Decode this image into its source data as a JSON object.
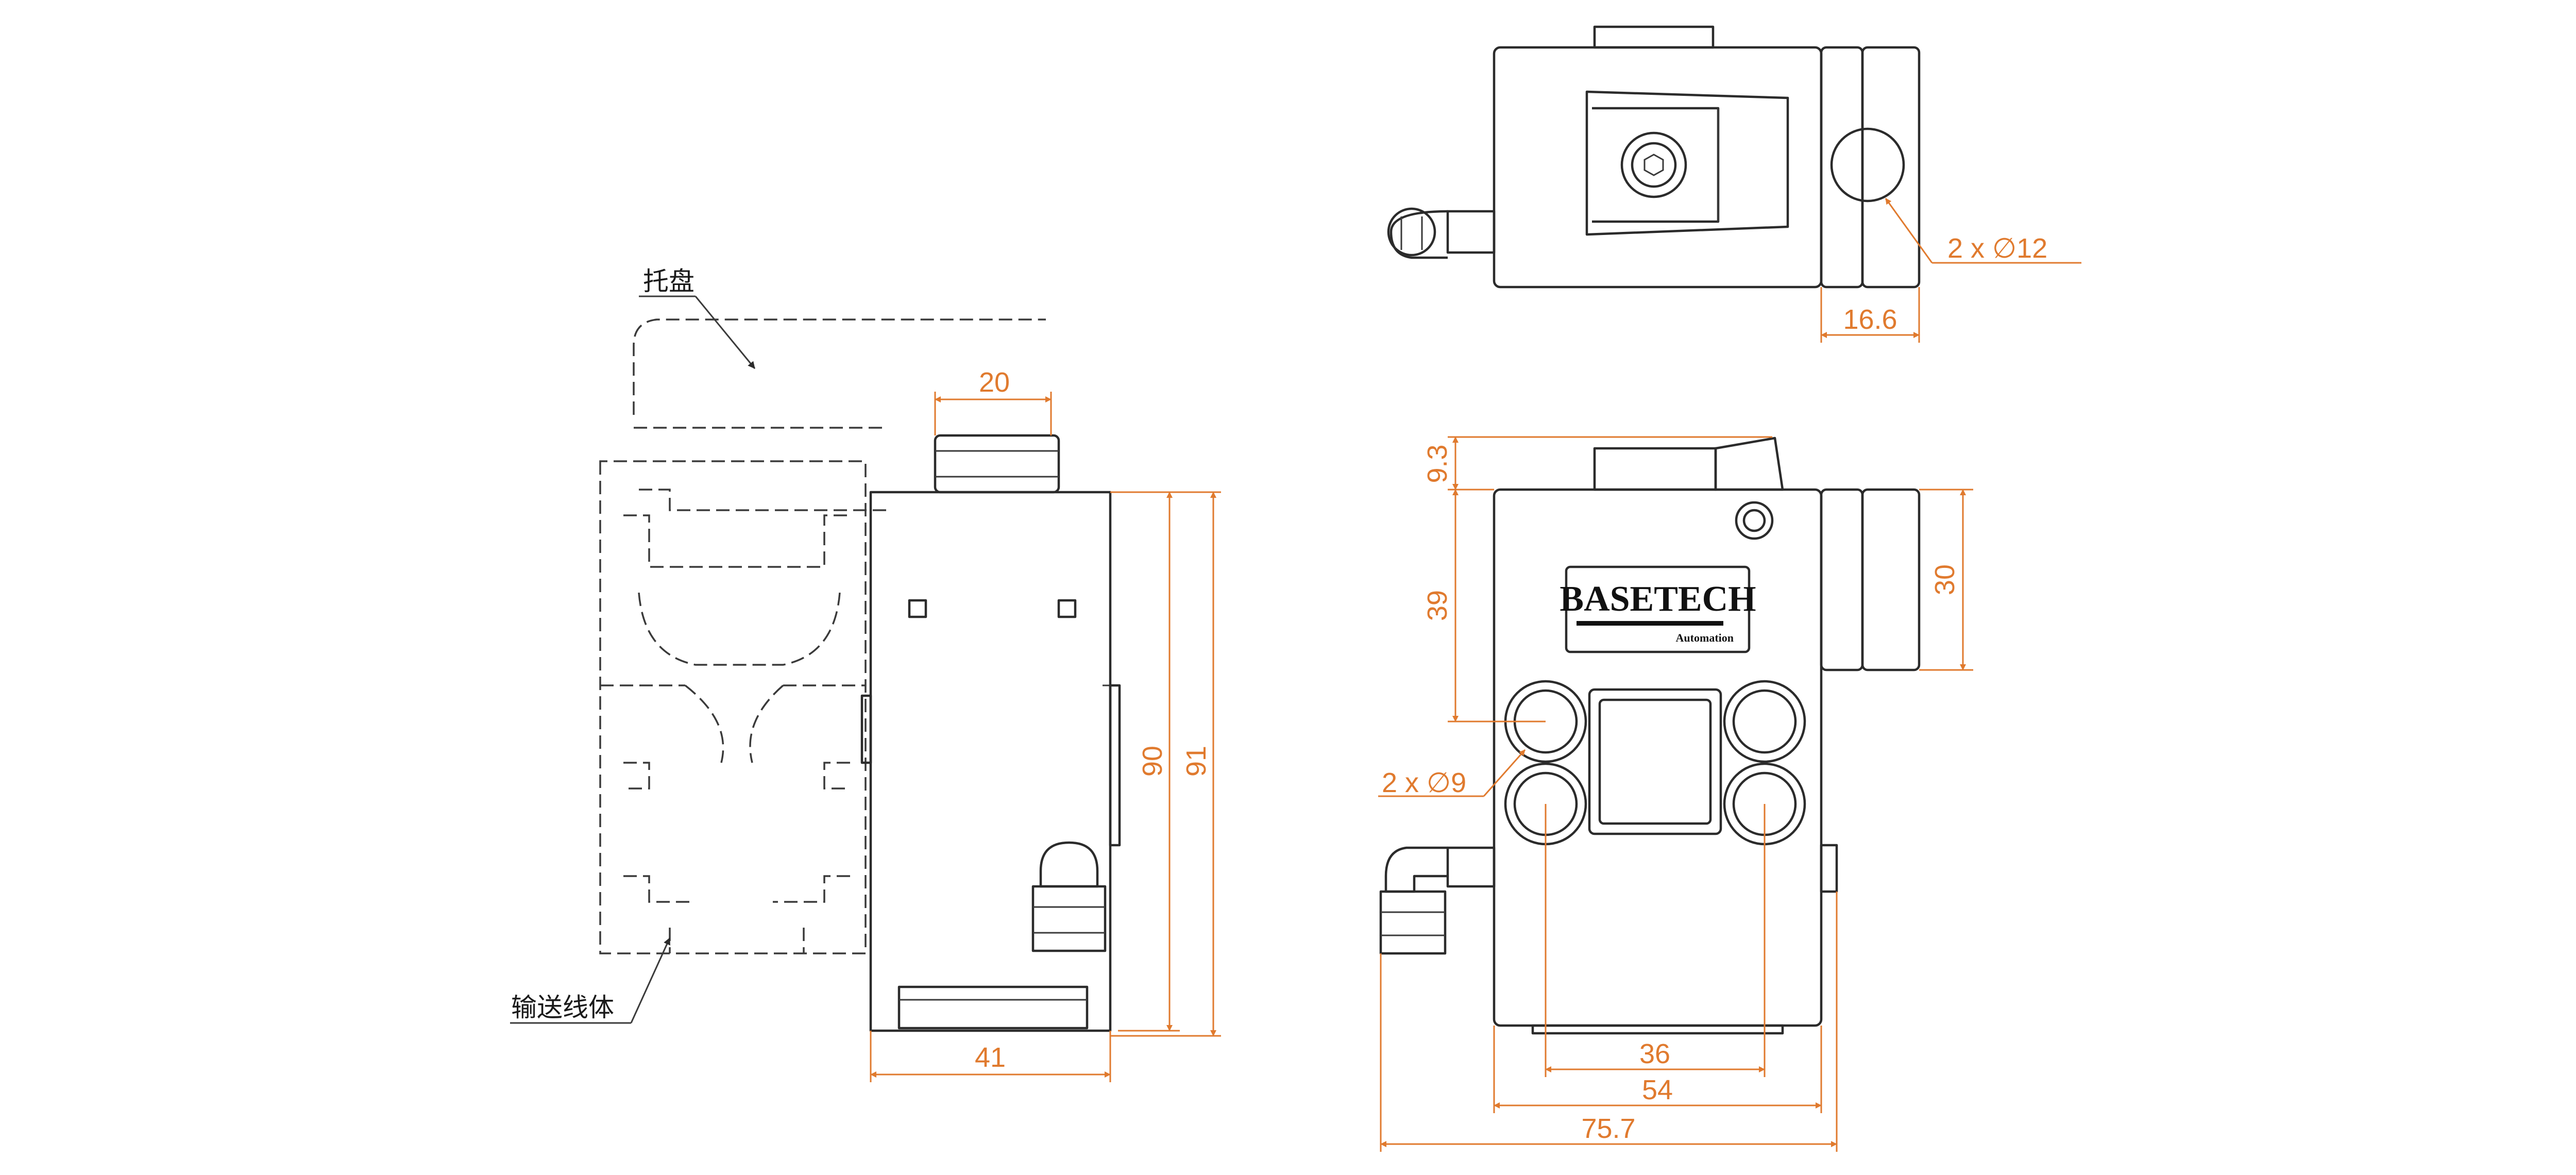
{
  "colors": {
    "dimension": "#e07a2e",
    "outline": "#2b2b2b"
  },
  "labels": {
    "tray": "托盘",
    "conveyor_body": "输送线体"
  },
  "logo": {
    "brand": "BASETECH",
    "sub": "Automation"
  },
  "dimensions": {
    "d20": "20",
    "d41": "41",
    "d90": "90",
    "d91": "91",
    "d16_6": "16.6",
    "d2x12": "2 x  ∅12",
    "d9_3": "9.3",
    "d39": "39",
    "d30": "30",
    "d2x9": "2 x  ∅9",
    "d36": "36",
    "d54": "54",
    "d75_7": "75.7"
  }
}
